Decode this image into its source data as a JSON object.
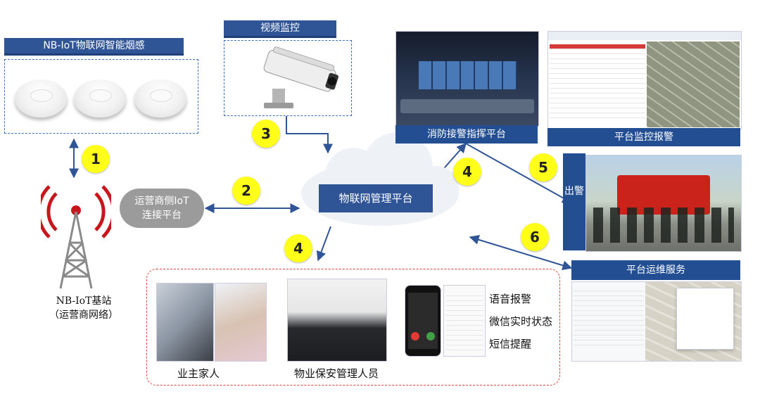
{
  "smoke_detector": {
    "title": "NB-IoT物联网智能烟感"
  },
  "video": {
    "title": "视频监控"
  },
  "base_station": {
    "line1": "NB-IoT基站",
    "line2": "（运营商网络）"
  },
  "operator": {
    "line1": "运营商侧IoT",
    "line2": "连接平台"
  },
  "cloud": {
    "label": "物联网管理平台"
  },
  "fire_center": {
    "label": "消防接警指挥平台"
  },
  "monitor": {
    "label": "平台监控报警"
  },
  "dispatch": {
    "label": "出警"
  },
  "ops": {
    "label": "平台运维服务"
  },
  "users": {
    "owner_label": "业主家人",
    "staff_label": "物业保安管理人员",
    "notify": [
      "语音报警",
      "微信实时状态",
      "短信提醒"
    ]
  },
  "steps": [
    "1",
    "2",
    "3",
    "4",
    "4",
    "5",
    "6"
  ],
  "colors": {
    "title_bar": "#2f5597",
    "badge": "#ffff1a",
    "arrow": "#2f5597",
    "alert_border": "#d9433c"
  }
}
